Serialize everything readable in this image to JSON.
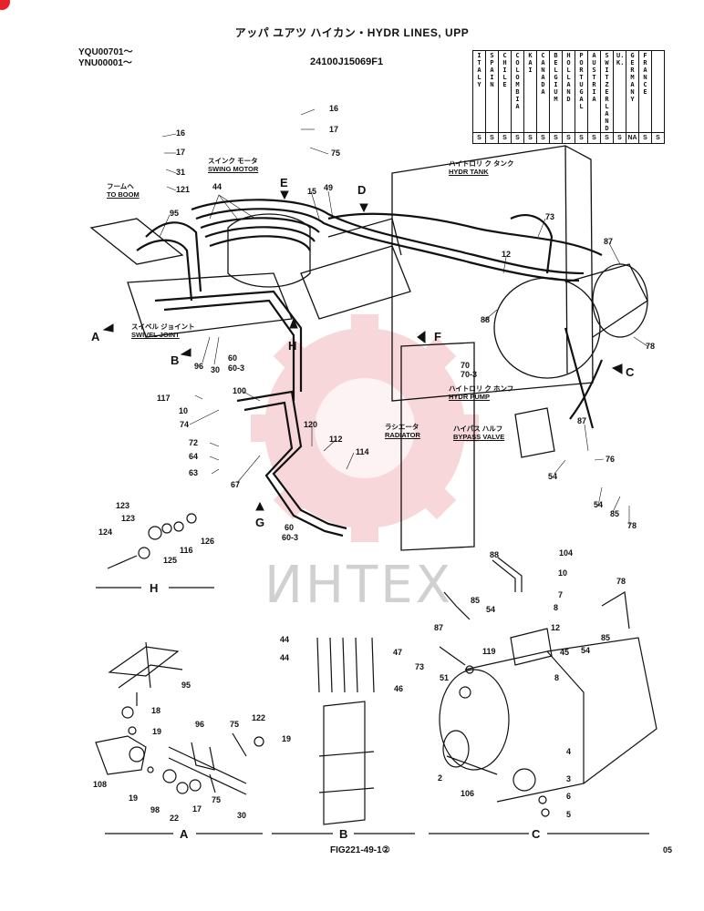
{
  "header": {
    "title": "アッパ ユアツ ハイカン・HYDR LINES, UPP",
    "serial_1": "YQU00701～",
    "serial_2": "YNU00001～",
    "part_no": "24100J15069F1"
  },
  "country_table": {
    "countries": [
      "ITALY",
      "SPAIN",
      "CHILE",
      "COLOMBIA",
      "KAI",
      "CANADA",
      "BELGIUM",
      "HOLLAND",
      "PORTUGAL",
      "AUSTRIA",
      "SWITZER LAND",
      "U.K.",
      "GERMANY",
      "FRANCE"
    ],
    "codes": [
      "S",
      "S",
      "S",
      "S",
      "S",
      "S",
      "S",
      "S",
      "S",
      "S",
      "S",
      "S",
      "NA",
      "S",
      "S"
    ]
  },
  "labels": {
    "to_boom_jp": "フームヘ",
    "to_boom_en": "TO BOOM",
    "swing_motor_jp": "スインク モータ",
    "swing_motor_en": "SWING MOTOR",
    "swivel_joint_jp": "スイベル ジョイント",
    "swivel_joint_en": "SWIVEL JOINT",
    "hydr_tank_jp": "ハイトロリ ク タンク",
    "hydr_tank_en": "HYDR TANK",
    "hydr_pump_jp": "ハイトロリ ク ホンフ",
    "hydr_pump_en": "HYDR PUMP",
    "radiator_jp": "ラシエータ",
    "radiator_en": "RADIATOR",
    "bypass_jp": "ハイパス ハルフ",
    "bypass_en": "BYPASS VALVE"
  },
  "view_letters": [
    "A",
    "B",
    "C",
    "D",
    "E",
    "F",
    "G",
    "H"
  ],
  "sections": {
    "h": "H",
    "a": "A",
    "b": "B",
    "c": "C"
  },
  "callouts": {
    "c16a": "16",
    "c17a": "17",
    "c31": "31",
    "c121": "121",
    "c95": "95",
    "c44": "44",
    "c15": "15",
    "c49": "49",
    "c16b": "16",
    "c17b": "17",
    "c75": "75",
    "c73": "73",
    "c12": "12",
    "c87a": "87",
    "c88": "88",
    "c78a": "78",
    "c96": "96",
    "c30": "30",
    "c60a": "60",
    "c603a": "60-3",
    "c70": "70",
    "c703": "70-3",
    "c117": "117",
    "c10": "10",
    "c74": "74",
    "c100": "100",
    "c120": "120",
    "c112": "112",
    "c114": "114",
    "c72": "72",
    "c64": "64",
    "c63": "63",
    "c67": "67",
    "c60b": "60",
    "c603b": "60-3",
    "c87b": "87",
    "c76": "76",
    "c54a": "54",
    "c54b": "54",
    "c85a": "85",
    "c78b": "78",
    "h123a": "123",
    "h123b": "123",
    "h124": "124",
    "h125": "125",
    "h116": "116",
    "h126": "126",
    "a95": "95",
    "a18": "18",
    "a19a": "19",
    "a108": "108",
    "a19b": "19",
    "a98": "98",
    "a22": "22",
    "a17": "17",
    "a96": "96",
    "a75a": "75",
    "a122": "122",
    "a75b": "75",
    "a30": "30",
    "b44a": "44",
    "b44b": "44",
    "b47": "47",
    "b46": "46",
    "b19": "19",
    "k88": "88",
    "k104": "104",
    "k10": "10",
    "k7": "7",
    "k85a": "85",
    "k54a": "54",
    "k8a": "8",
    "k87": "87",
    "k12": "12",
    "k78": "78",
    "k85b": "85",
    "k54b": "54",
    "k119": "119",
    "k45": "45",
    "k73": "73",
    "k51": "51",
    "k8b": "8",
    "k4": "4",
    "k2": "2",
    "k106": "106",
    "k3": "3",
    "k6": "6",
    "k5": "5"
  },
  "watermark": "ИНТЕХ",
  "footer": {
    "fig": "FIG221-49-1②",
    "page": "05"
  },
  "colors": {
    "ink": "#111111",
    "watermark": "#f2b8bd",
    "accent": "#e8222a"
  }
}
